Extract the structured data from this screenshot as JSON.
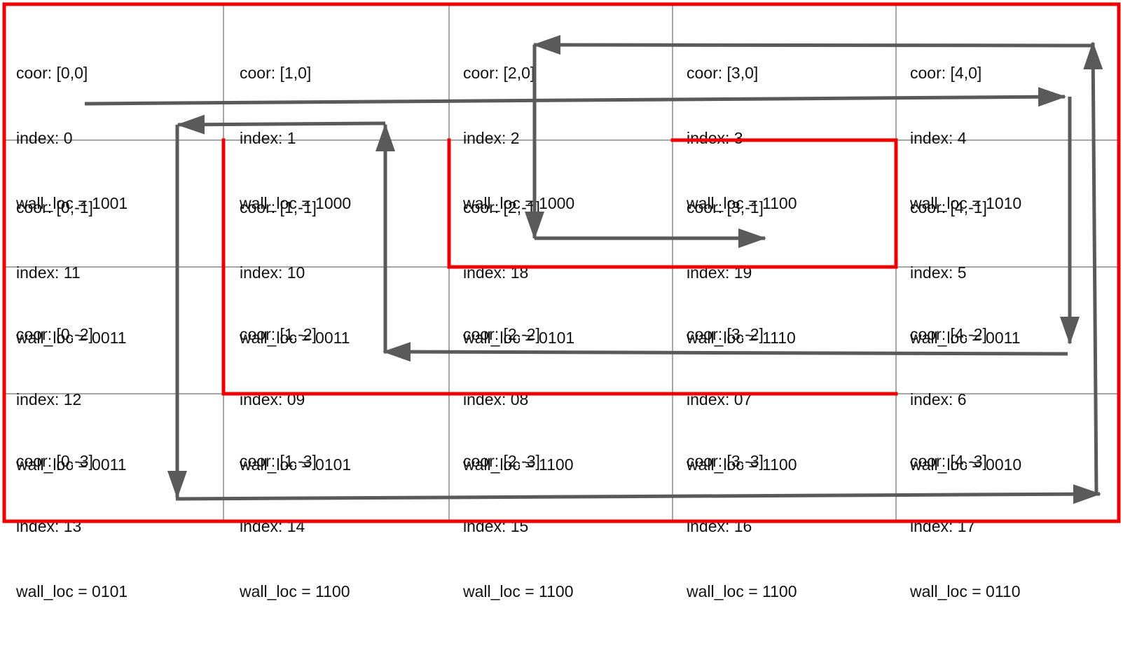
{
  "colors": {
    "grid_line": "#a6a6a6",
    "wall": "#ee0000",
    "arrow": "#5a5a5a",
    "text": "#111111"
  },
  "rows": [
    [
      {
        "coor": "coor: [0,0]",
        "index": "index: 0",
        "wall": "wall_loc = 1001"
      },
      {
        "coor": "coor: [1,0]",
        "index": "index: 1",
        "wall": "wall_loc = 1000"
      },
      {
        "coor": "coor: [2,0]",
        "index": "index: 2",
        "wall": "wall_loc = 1000"
      },
      {
        "coor": "coor: [3,0]",
        "index": "index: 3",
        "wall": "wall_loc = 1100"
      },
      {
        "coor": "coor: [4,0]",
        "index": "index: 4",
        "wall": "wall_loc = 1010"
      }
    ],
    [
      {
        "coor": "coor: [0,-1]",
        "index": "index: 11",
        "wall": "wall_loc = 0011"
      },
      {
        "coor": "coor: [1,-1]",
        "index": "index: 10",
        "wall": "wall_loc = 0011"
      },
      {
        "coor": "coor: [2,-1]",
        "index": "index: 18",
        "wall": "wall_loc = 0101"
      },
      {
        "coor": "coor: [3,-1]",
        "index": "index: 19",
        "wall": "wall_loc = 1110"
      },
      {
        "coor": "coor: [4,-1]",
        "index": "index: 5",
        "wall": "wall_loc = 0011"
      }
    ],
    [
      {
        "coor": "coor: [0,-2]",
        "index": "index: 12",
        "wall": "wall_loc = 0011"
      },
      {
        "coor": "coor: [1,-2]",
        "index": "index: 09",
        "wall": "wall_loc = 0101"
      },
      {
        "coor": "coor: [2,-2]",
        "index": "index: 08",
        "wall": "wall_loc = 1100"
      },
      {
        "coor": "coor: [3,-2]",
        "index": "index: 07",
        "wall": "wall_loc = 1100"
      },
      {
        "coor": "coor: [4,-2]",
        "index": "index: 6",
        "wall": "wall_loc = 0010"
      }
    ],
    [
      {
        "coor": "coor: [0,-3]",
        "index": "index: 13",
        "wall": "wall_loc = 0101"
      },
      {
        "coor": "coor: [1,-3]",
        "index": "index: 14",
        "wall": "wall_loc = 1100"
      },
      {
        "coor": "coor: [2,-3]",
        "index": "index: 15",
        "wall": "wall_loc = 1100"
      },
      {
        "coor": "coor: [3,-3]",
        "index": "index: 16",
        "wall": "wall_loc = 1100"
      },
      {
        "coor": "coor: [4,-3]",
        "index": "index: 17",
        "wall": "wall_loc = 0110"
      }
    ]
  ]
}
